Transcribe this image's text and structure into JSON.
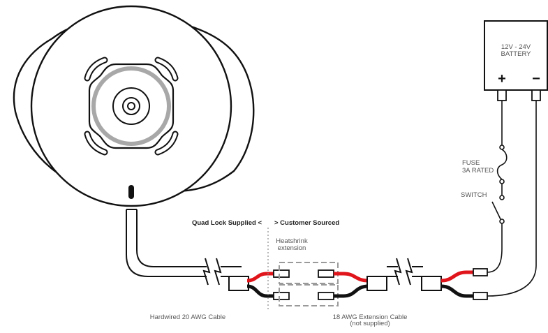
{
  "battery": {
    "label_line1": "12V - 24V",
    "label_line2": "BATTERY",
    "positive_sign": "+",
    "negative_sign": "−"
  },
  "fuse": {
    "label_line1": "FUSE",
    "label_line2": "3A RATED"
  },
  "switch": {
    "label": "SWITCH"
  },
  "sections": {
    "supplied": "Quad Lock Supplied <",
    "sourced": "> Customer Sourced"
  },
  "heatshrink": {
    "label_line1": "Heatshrink",
    "label_line2": "extension"
  },
  "cables": {
    "hardwired": "Hardwired 20 AWG Cable",
    "extension_line1": "18 AWG Extension Cable",
    "extension_line2": "(not supplied)"
  },
  "colors": {
    "positive_wire": "#e0141b",
    "negative_wire": "#111111",
    "ring_grey": "#a8a8a8",
    "heatshrink_grey": "#9a9a9a"
  }
}
